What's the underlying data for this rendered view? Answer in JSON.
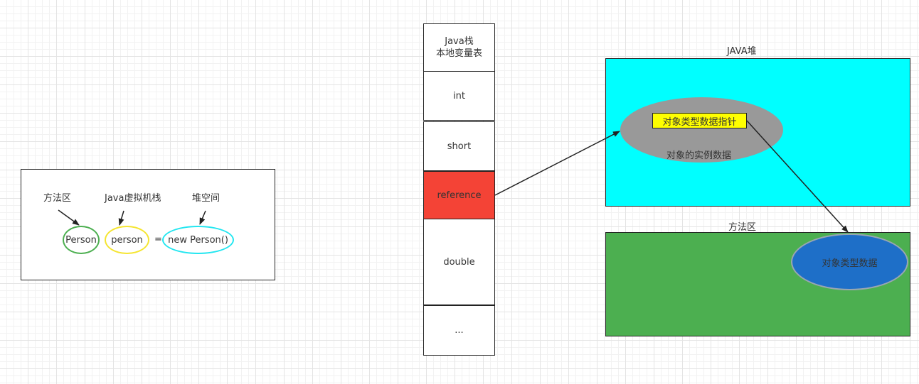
{
  "legend": {
    "method_area_label": "方法区",
    "jvm_stack_label": "Java虚拟机栈",
    "heap_space_label": "堆空间",
    "type_name": "Person",
    "var_name": "person",
    "equals": "=",
    "new_expr": "new Person()"
  },
  "stack": {
    "header_line1": "Java栈",
    "header_line2": "本地变量表",
    "cells": [
      "int",
      "short",
      "reference",
      "double",
      "..."
    ]
  },
  "heap": {
    "title": "JAVA堆",
    "type_pointer": "对象类型数据指针",
    "instance_data": "对象的实例数据"
  },
  "method_area": {
    "title": "方法区",
    "type_data": "对象类型数据"
  },
  "colors": {
    "heap_bg": "#00ffff",
    "method_bg": "#4caf50",
    "reference_bg": "#f44336",
    "pointer_bg": "#ffff00",
    "object_ellipse": "#999999",
    "type_ellipse": "#1e6fc8"
  }
}
